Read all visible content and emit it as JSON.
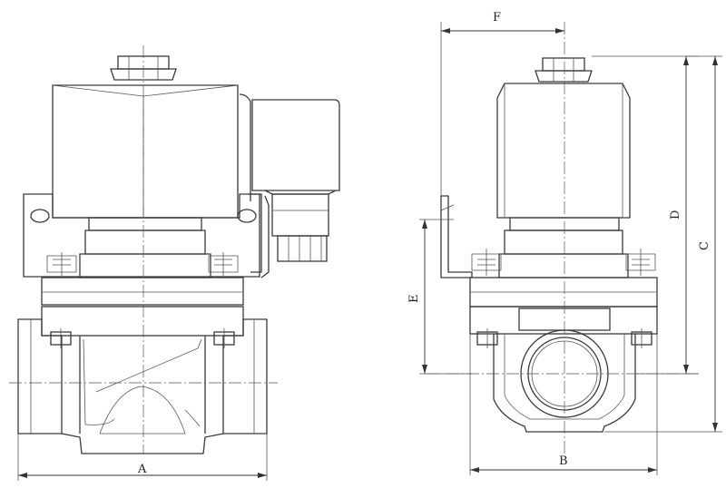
{
  "dimensions": {
    "A": "A",
    "B": "B",
    "C": "C",
    "D": "D",
    "E": "E",
    "F": "F"
  },
  "colors": {
    "line": "#3a3a3a",
    "background": "#ffffff"
  }
}
